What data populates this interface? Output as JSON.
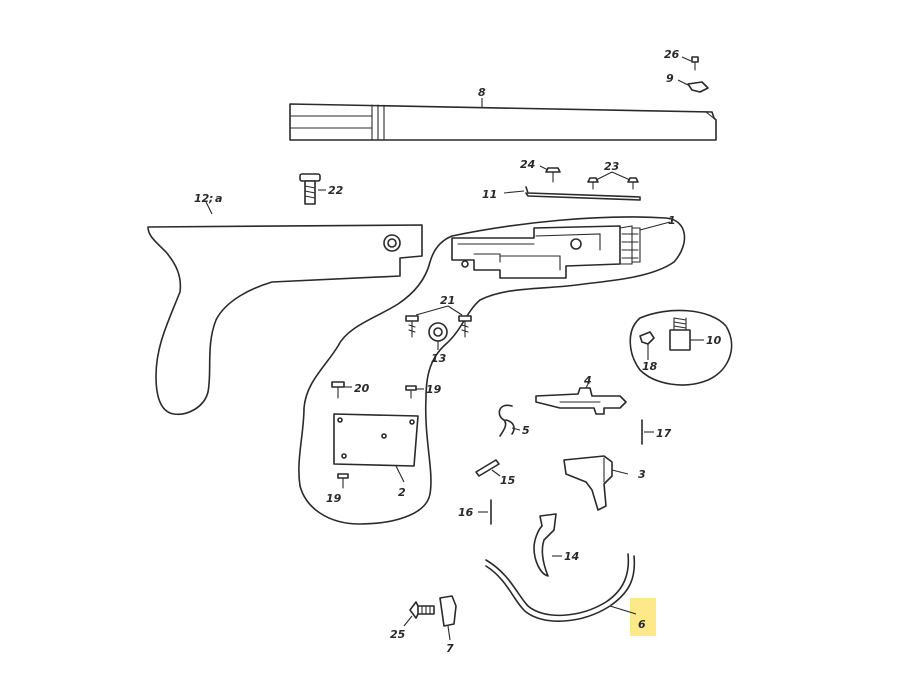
{
  "diagram": {
    "highlight_color": "#fde98a",
    "line_color": "#2a2a2a",
    "parts": [
      {
        "id": "p26",
        "label": "26"
      },
      {
        "id": "p9",
        "label": "9"
      },
      {
        "id": "p8",
        "label": "8"
      },
      {
        "id": "p24",
        "label": "24"
      },
      {
        "id": "p23",
        "label": "23"
      },
      {
        "id": "p22",
        "label": "22"
      },
      {
        "id": "p12",
        "label": "12"
      },
      {
        "id": "p12a",
        "label": "a"
      },
      {
        "id": "p11",
        "label": "11"
      },
      {
        "id": "p1",
        "label": "1"
      },
      {
        "id": "p21",
        "label": "21"
      },
      {
        "id": "p13",
        "label": "13"
      },
      {
        "id": "p10",
        "label": "10"
      },
      {
        "id": "p18",
        "label": "18"
      },
      {
        "id": "p4",
        "label": "4"
      },
      {
        "id": "p20",
        "label": "20"
      },
      {
        "id": "p19a",
        "label": "19"
      },
      {
        "id": "p5",
        "label": "5"
      },
      {
        "id": "p17",
        "label": "17"
      },
      {
        "id": "p3",
        "label": "3"
      },
      {
        "id": "p15",
        "label": "15"
      },
      {
        "id": "p2",
        "label": "2"
      },
      {
        "id": "p19b",
        "label": "19"
      },
      {
        "id": "p16",
        "label": "16"
      },
      {
        "id": "p14",
        "label": "14"
      },
      {
        "id": "p6",
        "label": "6"
      },
      {
        "id": "p25",
        "label": "25"
      },
      {
        "id": "p7",
        "label": "7"
      }
    ]
  }
}
